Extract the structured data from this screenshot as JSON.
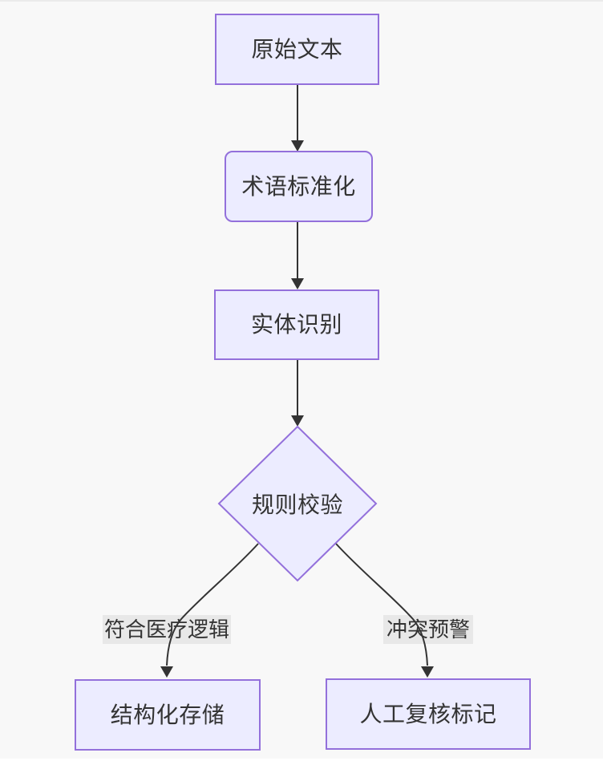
{
  "diagram": {
    "type": "flowchart",
    "direction": "top-down",
    "colors": {
      "canvas_background": "#f8f8f8",
      "node_fill": "#ECECFF",
      "node_border": "#9370DB",
      "edge_line": "#333333",
      "edge_label_background": "#e8e8e8",
      "text": "#333333"
    },
    "nodes": [
      {
        "id": "raw-text",
        "label": "原始文本",
        "shape": "rectangle"
      },
      {
        "id": "term-standardization",
        "label": "术语标准化",
        "shape": "rounded-rectangle"
      },
      {
        "id": "entity-recognition",
        "label": "实体识别",
        "shape": "rectangle"
      },
      {
        "id": "rule-validation",
        "label": "规则校验",
        "shape": "diamond"
      },
      {
        "id": "structured-storage",
        "label": "结构化存储",
        "shape": "rectangle"
      },
      {
        "id": "manual-review-mark",
        "label": "人工复核标记",
        "shape": "rectangle"
      }
    ],
    "edges": [
      {
        "from": "raw-text",
        "to": "term-standardization",
        "label": ""
      },
      {
        "from": "term-standardization",
        "to": "entity-recognition",
        "label": ""
      },
      {
        "from": "entity-recognition",
        "to": "rule-validation",
        "label": ""
      },
      {
        "from": "rule-validation",
        "to": "structured-storage",
        "label": "符合医疗逻辑"
      },
      {
        "from": "rule-validation",
        "to": "manual-review-mark",
        "label": "冲突预警"
      }
    ]
  }
}
